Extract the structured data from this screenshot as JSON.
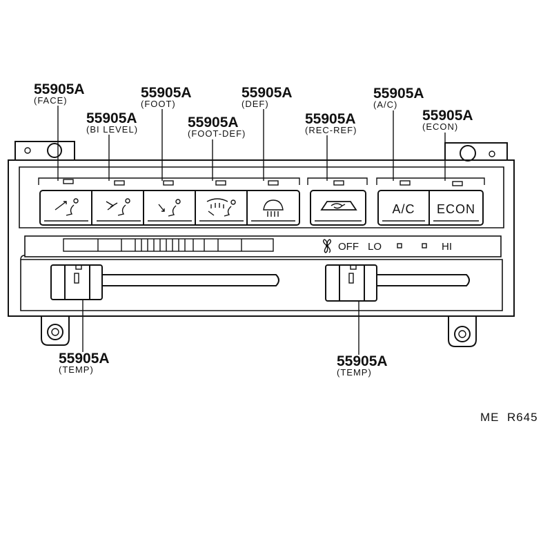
{
  "callouts": {
    "face": {
      "part": "55905A",
      "sub": "(FACE)"
    },
    "bilevel": {
      "part": "55905A",
      "sub": "(BI LEVEL)"
    },
    "foot": {
      "part": "55905A",
      "sub": "(FOOT)"
    },
    "footdef": {
      "part": "55905A",
      "sub": "(FOOT-DEF)"
    },
    "def": {
      "part": "55905A",
      "sub": "(DEF)"
    },
    "recref": {
      "part": "55905A",
      "sub": "(REC-REF)"
    },
    "ac": {
      "part": "55905A",
      "sub": "(A/C)"
    },
    "econ": {
      "part": "55905A",
      "sub": "(ECON)"
    },
    "temp_left": {
      "part": "55905A",
      "sub": "(TEMP)"
    },
    "temp_right": {
      "part": "55905A",
      "sub": "(TEMP)"
    }
  },
  "buttons": {
    "ac_label": "A/C",
    "econ_label": "ECON"
  },
  "fan": {
    "icon": "fan-icon",
    "off": "OFF",
    "lo": "LO",
    "hi": "HI"
  },
  "icons": {
    "face": "face-vent-icon",
    "bilevel": "bi-level-icon",
    "foot": "foot-vent-icon",
    "footdef": "foot-defrost-icon",
    "def": "windshield-defrost-icon",
    "recref": "recirculation-icon"
  },
  "reference": "ME  R645"
}
